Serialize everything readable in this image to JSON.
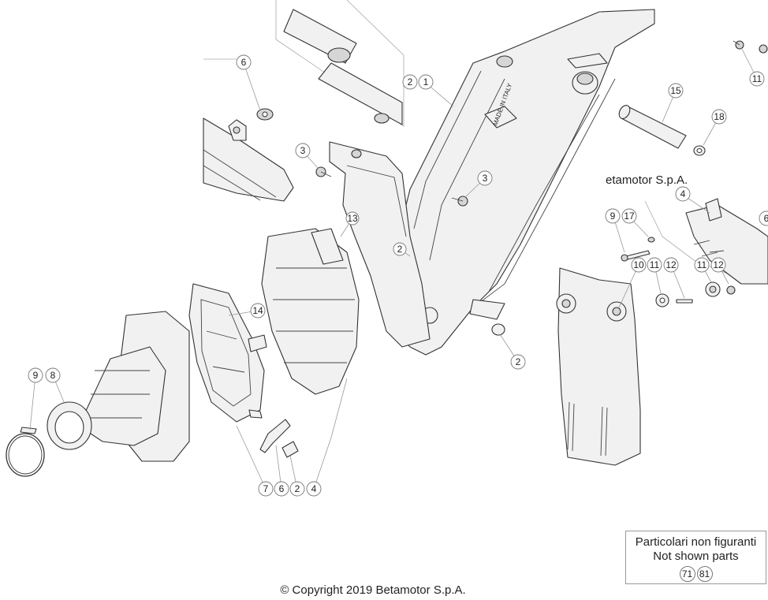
{
  "company_label": "etamotor S.p.A.",
  "copyright": "© Copyright 2019 Betamotor S.p.A.",
  "legend": {
    "line1": "Particolari non figuranti",
    "line2": "Not shown parts",
    "codes": [
      "71",
      "81"
    ]
  },
  "frame_marking": "MADE IN ITALY",
  "callouts": [
    {
      "id": "c-6a",
      "label": "6"
    },
    {
      "id": "c-2a",
      "label": "2"
    },
    {
      "id": "c-1",
      "label": "1"
    },
    {
      "id": "c-3a",
      "label": "3"
    },
    {
      "id": "c-3b",
      "label": "3"
    },
    {
      "id": "c-15",
      "label": "15"
    },
    {
      "id": "c-18",
      "label": "18"
    },
    {
      "id": "c-11a",
      "label": "11"
    },
    {
      "id": "c-4a",
      "label": "4"
    },
    {
      "id": "c-9a",
      "label": "9"
    },
    {
      "id": "c-17",
      "label": "17"
    },
    {
      "id": "c-10",
      "label": "10"
    },
    {
      "id": "c-11b",
      "label": "11"
    },
    {
      "id": "c-12a",
      "label": "12"
    },
    {
      "id": "c-11c",
      "label": "11"
    },
    {
      "id": "c-12b",
      "label": "12"
    },
    {
      "id": "c-6b",
      "label": "6"
    },
    {
      "id": "c-14",
      "label": "14"
    },
    {
      "id": "c-2b",
      "label": "2"
    },
    {
      "id": "c-9b",
      "label": "9"
    },
    {
      "id": "c-8",
      "label": "8"
    },
    {
      "id": "c-7",
      "label": "7"
    },
    {
      "id": "c-6c",
      "label": "6"
    },
    {
      "id": "c-2c",
      "label": "2"
    },
    {
      "id": "c-4b",
      "label": "4"
    },
    {
      "id": "c-13",
      "label": "13"
    },
    {
      "id": "c-2d",
      "label": "2"
    }
  ]
}
